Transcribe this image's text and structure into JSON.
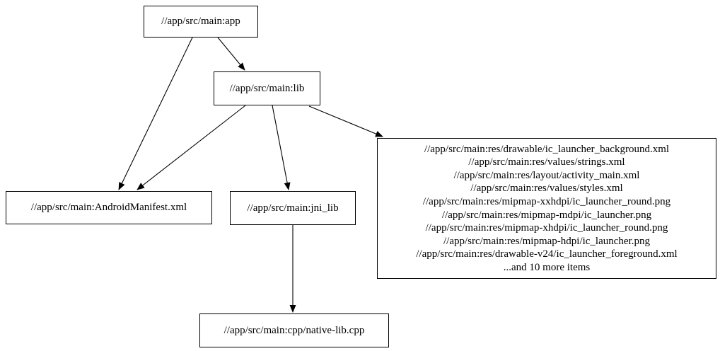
{
  "graph": {
    "nodes": {
      "app": {
        "label": "//app/src/main:app"
      },
      "lib": {
        "label": "//app/src/main:lib"
      },
      "android_manifest": {
        "label": "//app/src/main:AndroidManifest.xml"
      },
      "jni_lib": {
        "label": "//app/src/main:jni_lib"
      },
      "resources": {
        "lines": [
          "//app/src/main:res/drawable/ic_launcher_background.xml",
          "//app/src/main:res/values/strings.xml",
          "//app/src/main:res/layout/activity_main.xml",
          "//app/src/main:res/values/styles.xml",
          "//app/src/main:res/mipmap-xxhdpi/ic_launcher_round.png",
          "//app/src/main:res/mipmap-mdpi/ic_launcher.png",
          "//app/src/main:res/mipmap-xhdpi/ic_launcher_round.png",
          "//app/src/main:res/mipmap-hdpi/ic_launcher.png",
          "//app/src/main:res/drawable-v24/ic_launcher_foreground.xml",
          "...and 10 more items"
        ]
      },
      "native_lib": {
        "label": "//app/src/main:cpp/native-lib.cpp"
      }
    },
    "edges": [
      {
        "from": "//app/src/main:app",
        "to": "//app/src/main:AndroidManifest.xml"
      },
      {
        "from": "//app/src/main:app",
        "to": "//app/src/main:lib"
      },
      {
        "from": "//app/src/main:lib",
        "to": "//app/src/main:AndroidManifest.xml"
      },
      {
        "from": "//app/src/main:lib",
        "to": "//app/src/main:jni_lib"
      },
      {
        "from": "//app/src/main:lib",
        "to": "resources-group"
      },
      {
        "from": "//app/src/main:jni_lib",
        "to": "//app/src/main:cpp/native-lib.cpp"
      }
    ],
    "colors": {
      "background": "#ffffff",
      "node_fill": "#ffffff",
      "node_border": "#000000",
      "edge": "#000000",
      "text": "#000000"
    }
  }
}
